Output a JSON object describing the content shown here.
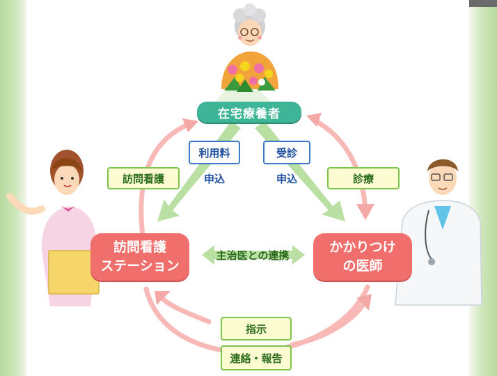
{
  "nodes": {
    "patient": "在宅療養者",
    "station_line1": "訪問看護",
    "station_line2": "ステーション",
    "doctor_line1": "かかりつけ",
    "doctor_line2": "の医師"
  },
  "labels": {
    "visiting_nursing": "訪問看護",
    "fee": "利用料",
    "fee_sub": "申込",
    "consult": "受診",
    "consult_sub": "申込",
    "medical_care": "診療",
    "collaboration": "主治医との連携",
    "instruction": "指示",
    "report": "連絡・報告"
  },
  "colors": {
    "patient_node": "#3fb597",
    "org_nodes": "#f06f6c",
    "green_arrows": "#b9dfa2",
    "pink_arrows": "#f7b8b6",
    "yellow_label_bg": "#fdfbd1",
    "yellow_label_border": "#7cc44a",
    "blue_label_border": "#3e79c8"
  }
}
